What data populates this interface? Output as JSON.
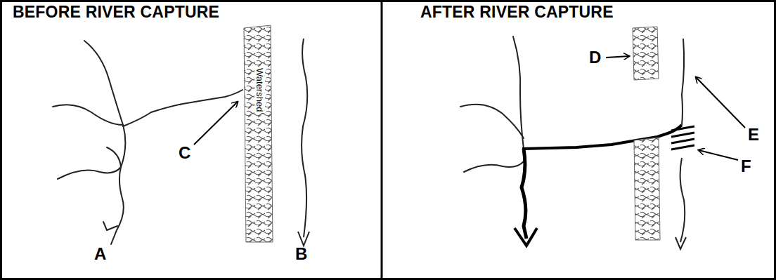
{
  "diagram": {
    "labels": [
      "BEFORE RIVER CAPTURE",
      "AFTER RIVER CAPTURE",
      "A",
      "B",
      "C",
      "Watershed",
      "D",
      "E",
      "F"
    ]
  }
}
